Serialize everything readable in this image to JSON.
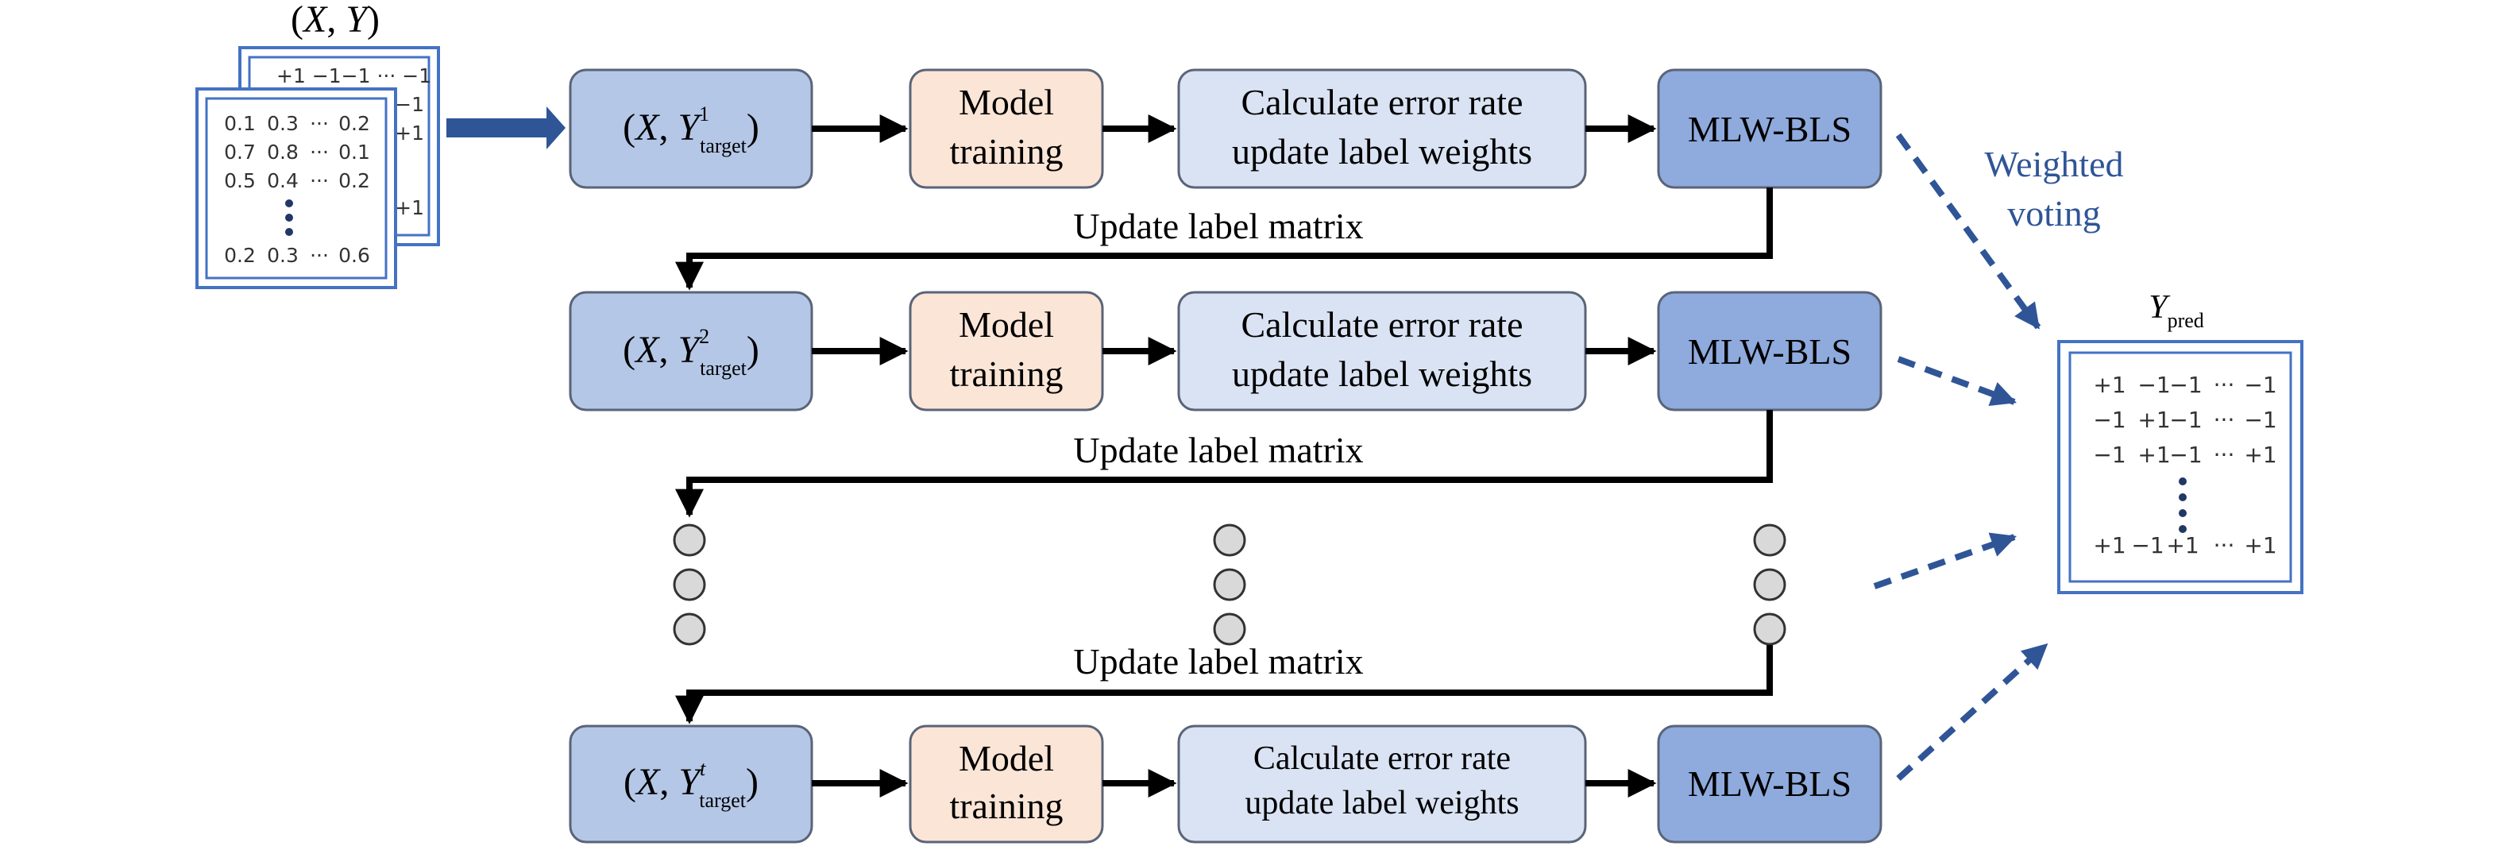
{
  "input": {
    "label_x": "X",
    "label_y": "Y",
    "back_rows": [
      [
        "+1",
        "−1",
        "−1",
        "···",
        "−1"
      ],
      [
        "",
        "",
        "",
        "",
        "−1"
      ],
      [
        "",
        "",
        "",
        "",
        "+1"
      ],
      [
        "",
        "",
        "",
        "",
        "+1"
      ]
    ],
    "front_rows": [
      [
        "0.1",
        "0.3",
        "···",
        "0.2"
      ],
      [
        "0.7",
        "0.8",
        "···",
        "0.1"
      ],
      [
        "0.5",
        "0.4",
        "···",
        "0.2"
      ],
      [
        "0.2",
        "0.3",
        "···",
        "0.6"
      ]
    ]
  },
  "rows": [
    {
      "target": {
        "x": "X",
        "y": "Y",
        "sup": "1",
        "sub": "target"
      },
      "model": {
        "line1": "Model",
        "line2": "training"
      },
      "calc": {
        "line1": "Calculate error rate",
        "line2": "update label weights"
      },
      "mlw": "MLW-BLS"
    },
    {
      "target": {
        "x": "X",
        "y": "Y",
        "sup": "2",
        "sub": "target"
      },
      "model": {
        "line1": "Model",
        "line2": "training"
      },
      "calc": {
        "line1": "Calculate error rate",
        "line2": "update label weights"
      },
      "mlw": "MLW-BLS"
    },
    {
      "target": {
        "x": "X",
        "y": "Y",
        "sup": "t",
        "sub": "target"
      },
      "model": {
        "line1": "Model",
        "line2": "training"
      },
      "calc": {
        "line1": "Calculate error rate",
        "line2": "update label weights"
      },
      "mlw": "MLW-BLS"
    }
  ],
  "update_labels": [
    "Update label matrix",
    "Update label matrix",
    "Update label matrix"
  ],
  "voting": {
    "line1": "Weighted",
    "line2": "voting"
  },
  "output": {
    "label_y": "Y",
    "label_sub": "pred",
    "rows": [
      [
        "+1",
        "−1",
        "−1",
        "···",
        "−1"
      ],
      [
        "−1",
        "+1",
        "−1",
        "···",
        "−1"
      ],
      [
        "−1",
        "+1",
        "−1",
        "···",
        "+1"
      ],
      [
        "+1",
        "−1",
        "+1",
        "···",
        "+1"
      ]
    ]
  },
  "colors": {
    "target_fill": "#b4c7e7",
    "model_fill": "#fbe5d6",
    "calc_fill": "#dae3f3",
    "mlw_fill": "#8faadc",
    "stroke": "#5a6478",
    "arrow_black": "#000000",
    "arrow_blue": "#2f5597",
    "voting_text": "#2f5597",
    "dot_fill": "#d9d9d9",
    "ellipsis_dot": "#1f3864",
    "matrix_border": "#4472c4"
  }
}
